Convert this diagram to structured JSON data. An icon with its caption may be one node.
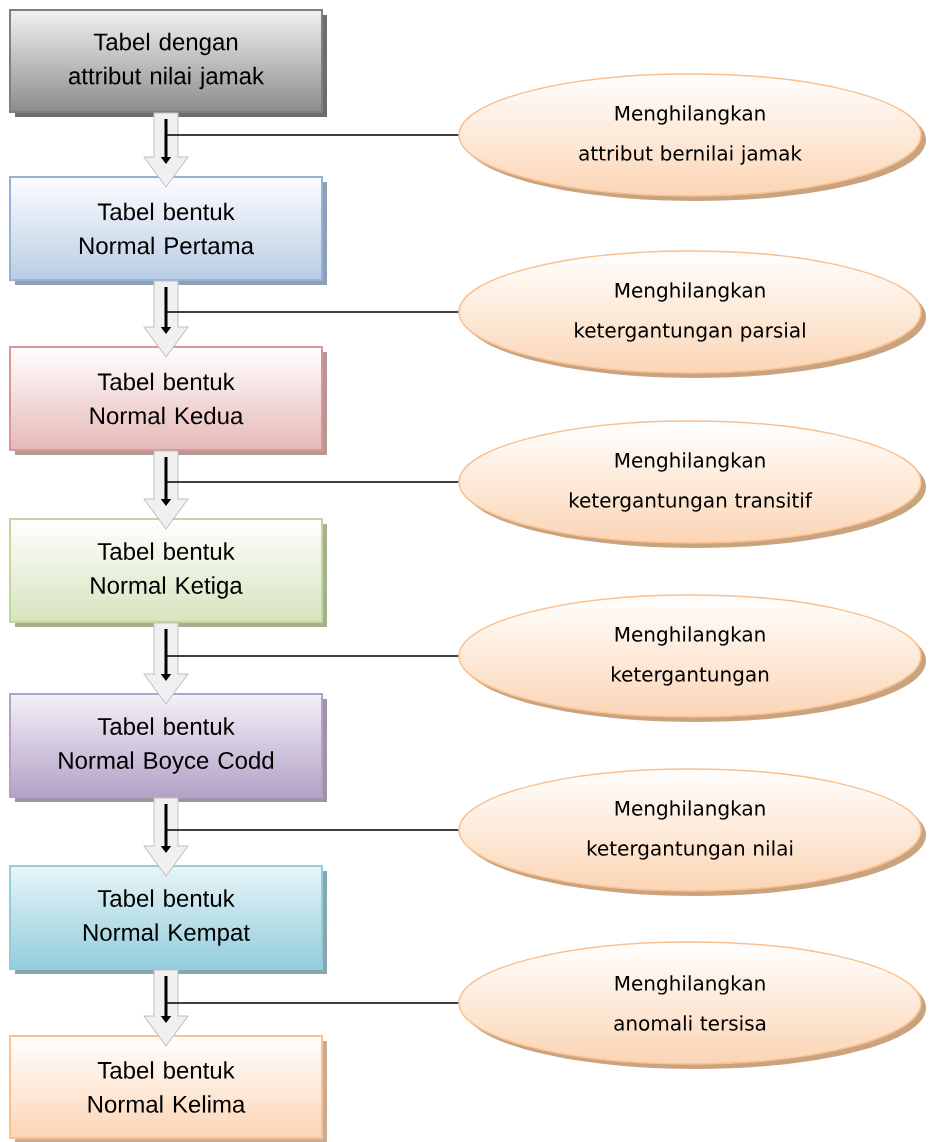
{
  "diagram": {
    "nodes": [
      {
        "text": [
          "Tabel dengan attribut nilai jamak"
        ]
      },
      {
        "text": [
          "Tabel bentuk Normal Pertama"
        ]
      },
      {
        "text": [
          "Tabel bentuk Normal Kedua"
        ]
      },
      {
        "text": [
          "Tabel bentuk Normal Ketiga"
        ]
      },
      {
        "text": [
          "Tabel bentuk Normal Boyce Codd"
        ]
      },
      {
        "text": [
          "Tabel bentuk Normal Kempat"
        ]
      },
      {
        "text": [
          "Tabel bentuk Normal Kelima"
        ]
      },
      {
        "text": [
          "Menghilangkan attribut bernilai jamak"
        ]
      },
      {
        "text": [
          "Menghilangkan ketergantungan parsial"
        ]
      },
      {
        "text": [
          "Menghilangkan ketergantungan transitif"
        ]
      },
      {
        "text": [
          "Menghilangkan ketergantungan"
        ]
      },
      {
        "text": [
          "Menghilangkan ketergantungan nilai"
        ]
      },
      {
        "text": [
          "Menghilangkan anomali tersisa"
        ]
      }
    ],
    "edges": [
      {
        "from": 0,
        "to": 1,
        "arrow": "to"
      },
      {
        "from": 1,
        "to": 2,
        "arrow": "to"
      },
      {
        "from": 2,
        "to": 3,
        "arrow": "to"
      },
      {
        "from": 3,
        "to": 4,
        "arrow": "to"
      },
      {
        "from": 4,
        "to": 5,
        "arrow": "to"
      },
      {
        "from": 5,
        "to": 6,
        "arrow": "to"
      },
      {
        "from": 7,
        "to": null,
        "arrow": "none"
      },
      {
        "from": 8,
        "to": null,
        "arrow": "none"
      },
      {
        "from": 9,
        "to": null,
        "arrow": "none"
      },
      {
        "from": 10,
        "to": null,
        "arrow": "none"
      },
      {
        "from": 11,
        "to": null,
        "arrow": "none"
      },
      {
        "from": 12,
        "to": null,
        "arrow": "none"
      }
    ]
  }
}
